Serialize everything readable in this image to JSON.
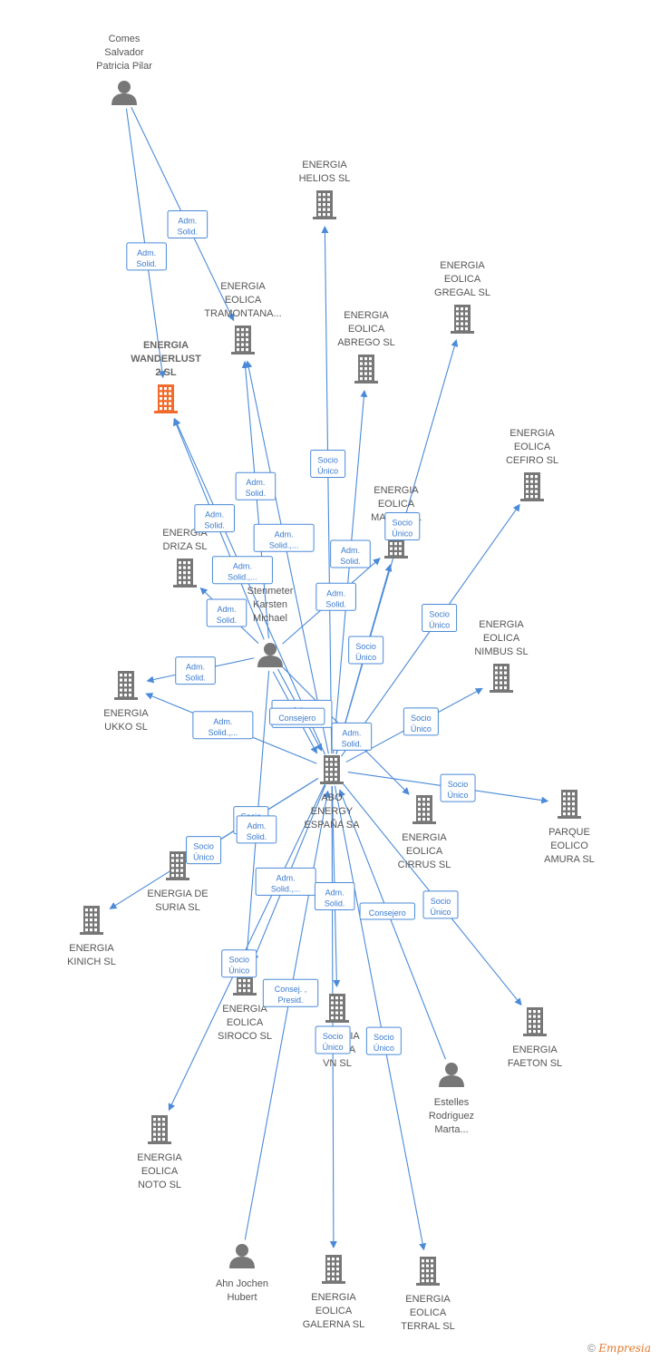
{
  "colors": {
    "edge": "#4a8ad8",
    "company": "#777777",
    "focus": "#f26b2a",
    "person": "#777777"
  },
  "nodes": [
    {
      "id": "comes",
      "type": "person",
      "label": [
        "Comes",
        "Salvador",
        "Patricia Pilar"
      ]
    },
    {
      "id": "wanderlust",
      "type": "focus",
      "label": [
        "ENERGIA",
        "WANDERLUST",
        "2  SL"
      ]
    },
    {
      "id": "tramontana",
      "type": "company",
      "label": [
        "ENERGIA",
        "EOLICA",
        "TRAMONTANA..."
      ]
    },
    {
      "id": "helios",
      "type": "company",
      "label": [
        "ENERGIA",
        "HELIOS  SL"
      ]
    },
    {
      "id": "gregal",
      "type": "company",
      "label": [
        "ENERGIA",
        "EOLICA",
        "GREGAL  SL"
      ]
    },
    {
      "id": "abrego",
      "type": "company",
      "label": [
        "ENERGIA",
        "EOLICA",
        "ABREGO  SL"
      ]
    },
    {
      "id": "cefiro",
      "type": "company",
      "label": [
        "ENERGIA",
        "EOLICA",
        "CEFIRO  SL"
      ]
    },
    {
      "id": "mastil",
      "type": "company",
      "label": [
        "ENERGIA",
        "EOLICA",
        "MASTIL SL"
      ]
    },
    {
      "id": "driza",
      "type": "company",
      "label": [
        "ENERGIA",
        "DRIZA  SL"
      ]
    },
    {
      "id": "karsten",
      "type": "person",
      "label": [
        "Stenmeter",
        "Karsten",
        "Michael"
      ]
    },
    {
      "id": "nimbus",
      "type": "company",
      "label": [
        "ENERGIA",
        "EOLICA",
        "NIMBUS SL"
      ]
    },
    {
      "id": "ukko",
      "type": "company",
      "label": [
        "ENERGIA",
        "UKKO  SL"
      ]
    },
    {
      "id": "abo",
      "type": "company",
      "label": [
        "ABO",
        "ENERGY",
        "ESPAÑA SA"
      ]
    },
    {
      "id": "cirrus",
      "type": "company",
      "label": [
        "ENERGIA",
        "EOLICA",
        "CIRRUS SL"
      ]
    },
    {
      "id": "amura",
      "type": "company",
      "label": [
        "PARQUE",
        "EOLICO",
        "AMURA SL"
      ]
    },
    {
      "id": "suria",
      "type": "company",
      "label": [
        "ENERGIA DE",
        "SURIA  SL"
      ]
    },
    {
      "id": "kinich",
      "type": "company",
      "label": [
        "ENERGIA",
        "KINICH  SL"
      ]
    },
    {
      "id": "siroco",
      "type": "company",
      "label": [
        "ENERGIA",
        "EOLICA",
        "SIROCO SL"
      ]
    },
    {
      "id": "vn",
      "type": "company",
      "label": [
        "ENERGIA",
        "EOLICA",
        "VN  SL"
      ]
    },
    {
      "id": "faeton",
      "type": "company",
      "label": [
        "ENERGIA",
        "FAETON  SL"
      ]
    },
    {
      "id": "estelles",
      "type": "person",
      "label": [
        "Estelles",
        "Rodriguez",
        "Marta..."
      ]
    },
    {
      "id": "noto",
      "type": "company",
      "label": [
        "ENERGIA",
        "EOLICA",
        "NOTO  SL"
      ]
    },
    {
      "id": "jochen",
      "type": "person",
      "label": [
        "Ahn Jochen",
        "Hubert"
      ]
    },
    {
      "id": "galerna",
      "type": "company",
      "label": [
        "ENERGIA",
        "EOLICA",
        "GALERNA  SL"
      ]
    },
    {
      "id": "terral",
      "type": "company",
      "label": [
        "ENERGIA",
        "EOLICA",
        "TERRAL  SL"
      ]
    }
  ],
  "edges": [
    {
      "from": "comes",
      "to": "tramontana",
      "label": [
        "Adm.",
        "Solid."
      ]
    },
    {
      "from": "comes",
      "to": "wanderlust",
      "label": [
        "Adm.",
        "Solid."
      ]
    },
    {
      "from": "abo",
      "to": "helios",
      "label": [
        "Socio",
        "Único"
      ]
    },
    {
      "from": "abo",
      "to": "abrego",
      "label": [
        "Adm.",
        "Solid."
      ]
    },
    {
      "from": "abo",
      "to": "gregal",
      "label": [
        "Socio",
        "Único"
      ]
    },
    {
      "from": "abo",
      "to": "cefiro",
      "label": [
        "Socio",
        "Único"
      ]
    },
    {
      "from": "abo",
      "to": "mastil",
      "label": [
        "Socio",
        "Único"
      ]
    },
    {
      "from": "karsten",
      "to": "mastil",
      "label": [
        "Adm.",
        "Solid."
      ]
    },
    {
      "from": "abo",
      "to": "tramontana",
      "label": [
        "Adm.",
        "Solid.,..."
      ]
    },
    {
      "from": "karsten",
      "to": "tramontana",
      "label": [
        "Adm.",
        "Solid."
      ]
    },
    {
      "from": "abo",
      "to": "wanderlust",
      "label": [
        "Adm.",
        "Solid.,..."
      ]
    },
    {
      "from": "karsten",
      "to": "wanderlust",
      "label": [
        "Adm.",
        "Solid."
      ]
    },
    {
      "from": "karsten",
      "to": "driza",
      "label": [
        "Adm.",
        "Solid."
      ]
    },
    {
      "from": "karsten",
      "to": "ukko",
      "label": [
        "Adm.",
        "Solid."
      ]
    },
    {
      "from": "abo",
      "to": "ukko",
      "label": [
        "Adm.",
        "Solid.,..."
      ]
    },
    {
      "from": "karsten",
      "to": "abo",
      "label": [
        "Adm.",
        "Solid.,..."
      ]
    },
    {
      "from": "karsten",
      "to": "abo",
      "label": [
        "Consejero"
      ]
    },
    {
      "from": "abo",
      "to": "nimbus",
      "label": [
        "Socio",
        "Único"
      ]
    },
    {
      "from": "karsten",
      "to": "cirrus",
      "label": [
        "Adm.",
        "Solid."
      ]
    },
    {
      "from": "abo",
      "to": "amura",
      "label": [
        "Socio",
        "Único"
      ]
    },
    {
      "from": "abo",
      "to": "suria",
      "label": [
        "Socio",
        "Único"
      ]
    },
    {
      "from": "abo",
      "to": "kinich",
      "label": [
        "Socio",
        "Único"
      ]
    },
    {
      "from": "abo",
      "to": "siroco",
      "label": [
        "Adm.",
        "Solid.,..."
      ]
    },
    {
      "from": "karsten",
      "to": "siroco",
      "label": [
        "Adm.",
        "Solid."
      ]
    },
    {
      "from": "abo",
      "to": "vn",
      "label": [
        "Adm.",
        "Solid."
      ]
    },
    {
      "from": "abo",
      "to": "faeton",
      "label": [
        "Socio",
        "Único"
      ]
    },
    {
      "from": "estelles",
      "to": "abo",
      "label": [
        "Consejero"
      ]
    },
    {
      "from": "abo",
      "to": "noto",
      "label": [
        "Socio",
        "Único"
      ]
    },
    {
      "from": "jochen",
      "to": "abo",
      "label": [
        "Consej. ,",
        "Presid."
      ]
    },
    {
      "from": "abo",
      "to": "galerna",
      "label": [
        "Socio",
        "Único"
      ]
    },
    {
      "from": "abo",
      "to": "terral",
      "label": [
        "Socio",
        "Único"
      ]
    }
  ],
  "footer": {
    "copyright": "©",
    "brand": "Empresia"
  }
}
